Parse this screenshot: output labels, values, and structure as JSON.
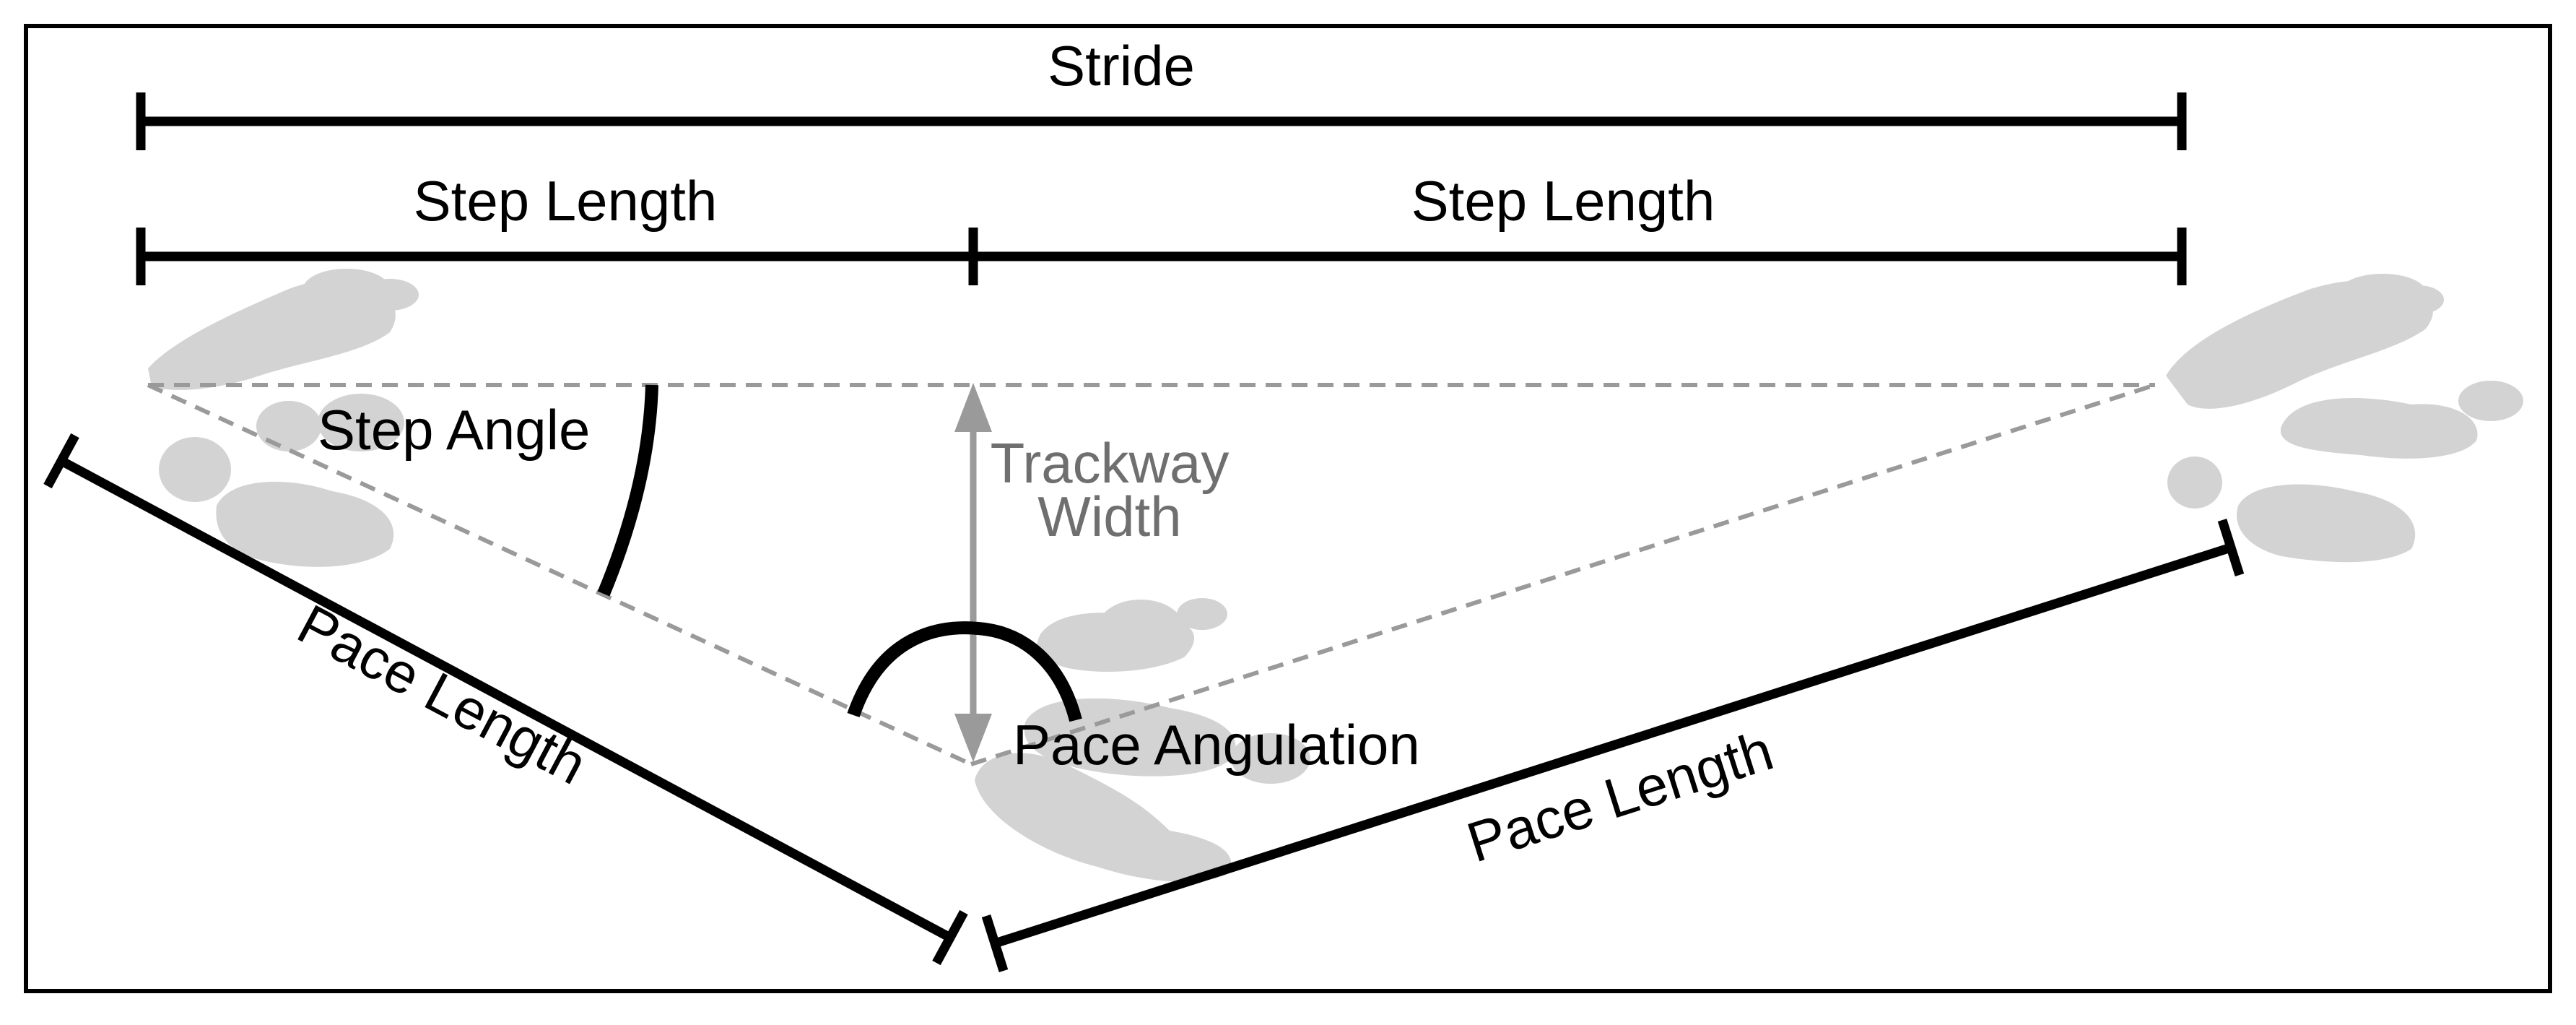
{
  "labels": {
    "stride": "Stride",
    "step_length_left": "Step Length",
    "step_length_right": "Step Length",
    "step_angle": "Step Angle",
    "trackway_width_line1": "Trackway",
    "trackway_width_line2": "Width",
    "pace_angulation": "Pace Angulation",
    "pace_length_left": "Pace Length",
    "pace_length_right": "Pace Length"
  },
  "colors": {
    "measure_line": "#000000",
    "guide_dashed": "#9a9a9a",
    "width_arrow": "#9a9a9a",
    "footprint": "#d3d3d3",
    "frame": "#000000"
  },
  "icons": {
    "footprint_shape": "dinosaur-footprint"
  }
}
